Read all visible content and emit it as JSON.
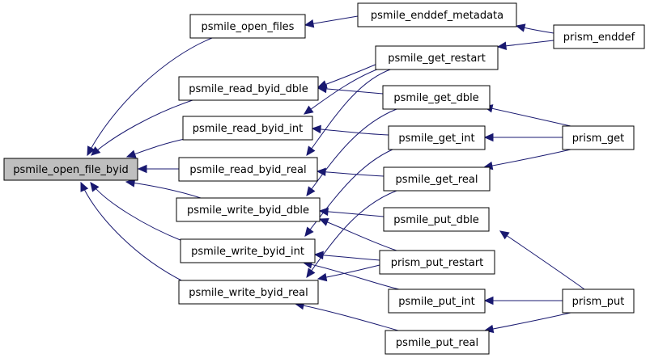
{
  "diagram": {
    "type": "call-graph",
    "colors": {
      "edge": "#191970",
      "node_fill": "#ffffff",
      "root_fill": "#bfbfbf",
      "border": "#000000"
    },
    "nodes": [
      {
        "id": "open_file_byid",
        "label": "psmile_open_file_byid",
        "root": true
      },
      {
        "id": "open_files",
        "label": "psmile_open_files"
      },
      {
        "id": "read_dble",
        "label": "psmile_read_byid_dble"
      },
      {
        "id": "read_int",
        "label": "psmile_read_byid_int"
      },
      {
        "id": "read_real",
        "label": "psmile_read_byid_real"
      },
      {
        "id": "write_dble",
        "label": "psmile_write_byid_dble"
      },
      {
        "id": "write_int",
        "label": "psmile_write_byid_int"
      },
      {
        "id": "write_real",
        "label": "psmile_write_byid_real"
      },
      {
        "id": "enddef_metadata",
        "label": "psmile_enddef_metadata"
      },
      {
        "id": "get_restart",
        "label": "psmile_get_restart"
      },
      {
        "id": "get_dble",
        "label": "psmile_get_dble"
      },
      {
        "id": "get_int",
        "label": "psmile_get_int"
      },
      {
        "id": "get_real",
        "label": "psmile_get_real"
      },
      {
        "id": "put_dble",
        "label": "psmile_put_dble"
      },
      {
        "id": "put_restart",
        "label": "prism_put_restart"
      },
      {
        "id": "put_int",
        "label": "psmile_put_int"
      },
      {
        "id": "put_real",
        "label": "psmile_put_real"
      },
      {
        "id": "prism_enddef",
        "label": "prism_enddef"
      },
      {
        "id": "prism_get",
        "label": "prism_get"
      },
      {
        "id": "prism_put",
        "label": "prism_put"
      }
    ],
    "edges": [
      {
        "from": "open_files",
        "to": "open_file_byid"
      },
      {
        "from": "read_dble",
        "to": "open_file_byid"
      },
      {
        "from": "read_int",
        "to": "open_file_byid"
      },
      {
        "from": "read_real",
        "to": "open_file_byid"
      },
      {
        "from": "write_dble",
        "to": "open_file_byid"
      },
      {
        "from": "write_int",
        "to": "open_file_byid"
      },
      {
        "from": "write_real",
        "to": "open_file_byid"
      },
      {
        "from": "enddef_metadata",
        "to": "open_files"
      },
      {
        "from": "get_restart",
        "to": "read_dble"
      },
      {
        "from": "get_dble",
        "to": "read_dble"
      },
      {
        "from": "get_restart",
        "to": "read_int"
      },
      {
        "from": "get_int",
        "to": "read_int"
      },
      {
        "from": "get_restart",
        "to": "read_real"
      },
      {
        "from": "get_real",
        "to": "read_real"
      },
      {
        "from": "get_dble",
        "to": "write_dble"
      },
      {
        "from": "put_dble",
        "to": "write_dble"
      },
      {
        "from": "put_restart",
        "to": "write_dble"
      },
      {
        "from": "get_int",
        "to": "write_int"
      },
      {
        "from": "put_restart",
        "to": "write_int"
      },
      {
        "from": "put_int",
        "to": "write_int"
      },
      {
        "from": "get_real",
        "to": "write_real"
      },
      {
        "from": "put_restart",
        "to": "write_real"
      },
      {
        "from": "put_real",
        "to": "write_real"
      },
      {
        "from": "prism_enddef",
        "to": "enddef_metadata"
      },
      {
        "from": "prism_enddef",
        "to": "get_restart"
      },
      {
        "from": "prism_get",
        "to": "get_dble"
      },
      {
        "from": "prism_get",
        "to": "get_int"
      },
      {
        "from": "prism_get",
        "to": "get_real"
      },
      {
        "from": "prism_put",
        "to": "put_dble"
      },
      {
        "from": "prism_put",
        "to": "put_int"
      },
      {
        "from": "prism_put",
        "to": "put_real"
      }
    ]
  }
}
